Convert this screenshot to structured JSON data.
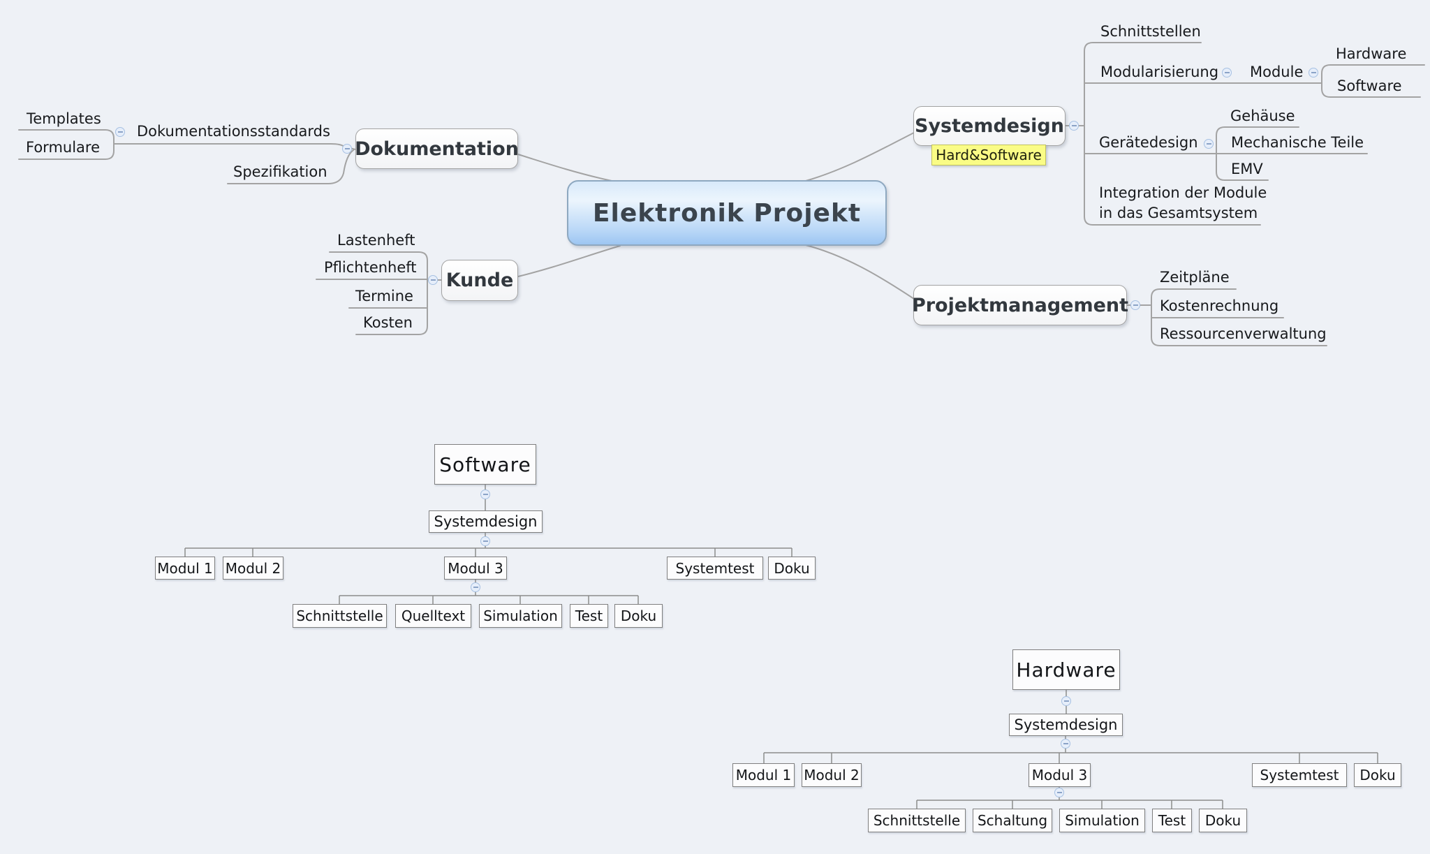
{
  "colors": {
    "background": "#eef1f6",
    "central_gradient_top": "#d8e9fa",
    "central_gradient_bottom": "#9dc6f2",
    "bubble_border": "#a3a3a3",
    "mindmap_line": "#a3a3a3",
    "orgchart_line": "#8c8c8c",
    "highlight_yellow": "#fafc86",
    "fold_icon_fill": "#e6eefa",
    "fold_icon_border": "#a6c0e2"
  },
  "mindmap": {
    "root": {
      "label": "Elektronik Projekt"
    },
    "dokumentation": {
      "label": "Dokumentation",
      "standards": "Dokumentationsstandards",
      "templates": "Templates",
      "formulare": "Formulare",
      "spezifikation": "Spezifikation"
    },
    "kunde": {
      "label": "Kunde",
      "lastenheft": "Lastenheft",
      "pflichtenheft": "Pflichtenheft",
      "termine": "Termine",
      "kosten": "Kosten"
    },
    "systemdesign": {
      "label": "Systemdesign",
      "hardsoftware": "Hard&Software",
      "schnittstellen": "Schnittstellen",
      "modularisierung": "Modularisierung",
      "module": "Module",
      "module_hardware": "Hardware",
      "module_software": "Software",
      "geraetedesign": "Gerätedesign",
      "gehaeuse": "Gehäuse",
      "mechanische_teile": "Mechanische Teile",
      "emv": "EMV",
      "integration_line1": "Integration der Module",
      "integration_line2": "in das Gesamtsystem"
    },
    "projektmanagement": {
      "label": "Projektmanagement",
      "zeitplaene": "Zeitpläne",
      "kostenrechnung": "Kostenrechnung",
      "ressourcenverwaltung": "Ressourcenverwaltung"
    }
  },
  "software_tree": {
    "root": "Software",
    "systemdesign": "Systemdesign",
    "modul1": "Modul 1",
    "modul2": "Modul 2",
    "modul3": "Modul 3",
    "systemtest": "Systemtest",
    "doku": "Doku",
    "schnittstelle": "Schnittstelle",
    "quelltext": "Quelltext",
    "simulation": "Simulation",
    "test": "Test",
    "modul3_doku": "Doku"
  },
  "hardware_tree": {
    "root": "Hardware",
    "systemdesign": "Systemdesign",
    "modul1": "Modul 1",
    "modul2": "Modul 2",
    "modul3": "Modul 3",
    "systemtest": "Systemtest",
    "doku": "Doku",
    "schnittstelle": "Schnittstelle",
    "schaltung": "Schaltung",
    "simulation": "Simulation",
    "test": "Test",
    "modul3_doku": "Doku"
  }
}
